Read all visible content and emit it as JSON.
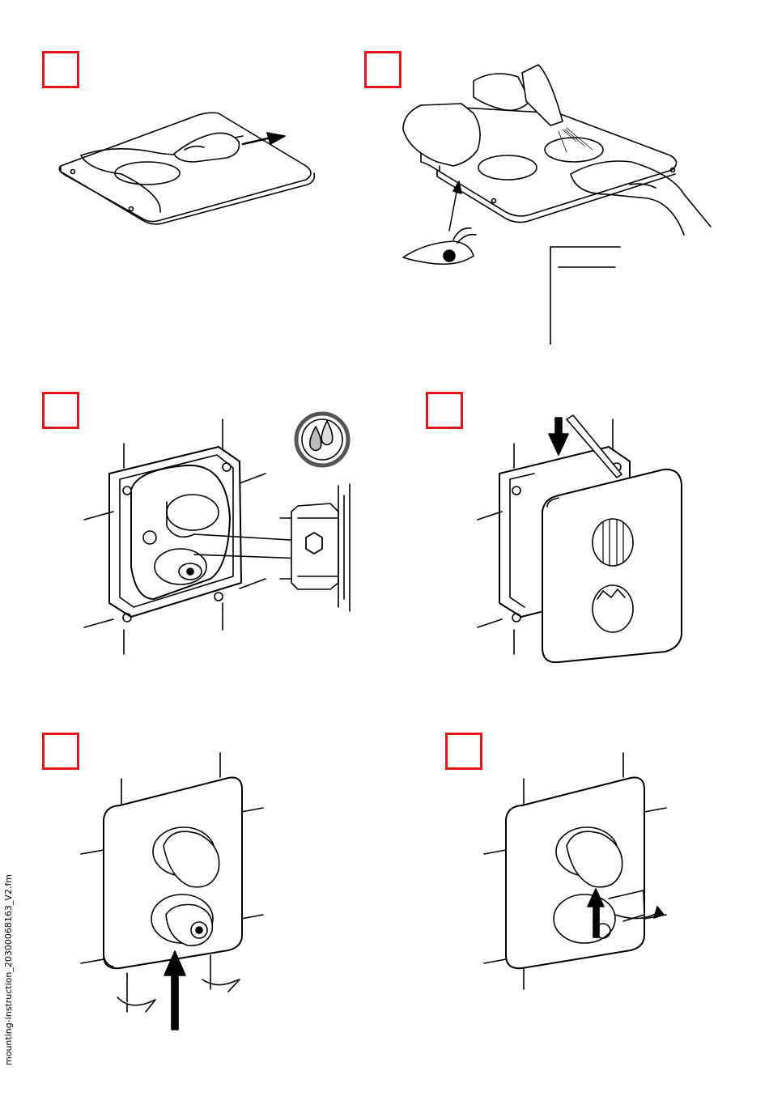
{
  "doc": {
    "footer_label": "mounting-instruction_20300068163_V2.fm",
    "accent_color": "#e3141c"
  },
  "steps": [
    {
      "panel": "wipe-cover-plate",
      "icon": "hand-cloth-icon"
    },
    {
      "panel": "spray-clean-cover-plate",
      "icon": "spray-bottle-icon"
    },
    {
      "panel": "rough-in-valve-body",
      "icon": "water-drops-icon"
    },
    {
      "panel": "attach-cover-plate",
      "icon": "hex-key-icon"
    },
    {
      "panel": "fasten-screws",
      "icon": "screw-icon"
    },
    {
      "panel": "tighten-cartridge",
      "icon": "hex-key-icon"
    }
  ]
}
